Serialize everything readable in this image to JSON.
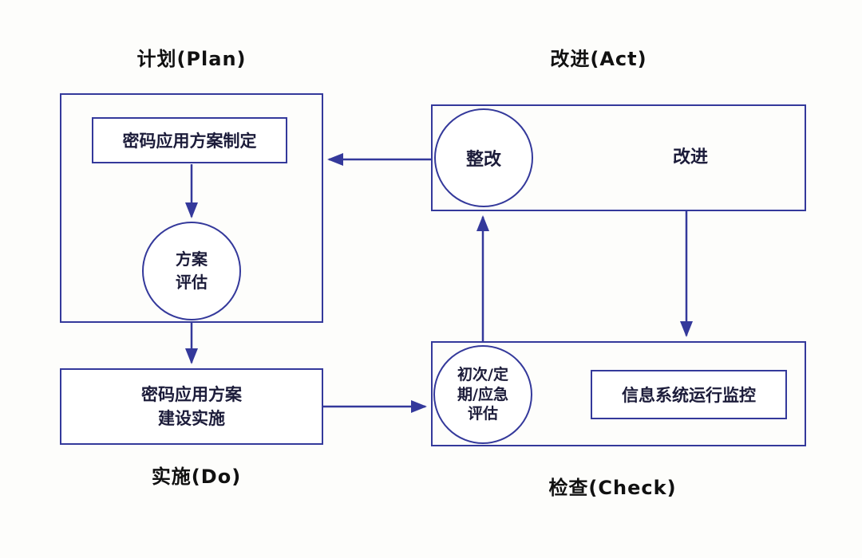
{
  "titles": {
    "plan": "计划(Plan)",
    "act": "改进(Act)",
    "do": "实施(Do)",
    "check": "检查(Check)"
  },
  "plan": {
    "box_label": "密码应用方案制定",
    "circle_line1": "方案",
    "circle_line2": "评估"
  },
  "do": {
    "line1": "密码应用方案",
    "line2": "建设实施"
  },
  "act": {
    "circle_label": "整改",
    "label": "改进"
  },
  "check": {
    "circle_line1": "初次/定",
    "circle_line2": "期/应急",
    "circle_line3": "评估",
    "box_label": "信息系统运行监控"
  },
  "colors": {
    "line": "#34399b",
    "text": "#1c1c3a",
    "title": "#111111"
  }
}
